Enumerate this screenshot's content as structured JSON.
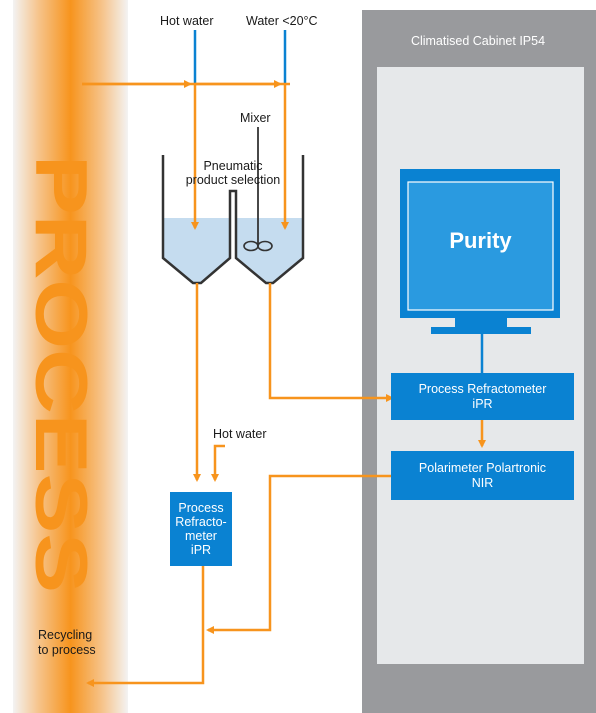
{
  "labels": {
    "hot_water_top": "Hot water",
    "water_cold": "Water <20°C",
    "cabinet": "Climatised  Cabinet IP54",
    "mixer": "Mixer",
    "pneumatic_line1": "Pneumatic",
    "pneumatic_line2": "product selection",
    "purity": "Purity",
    "process": "PROCESS",
    "refractometer_cabinet_line1": "Process Refractometer",
    "refractometer_cabinet_line2": "iPR",
    "polarimeter_line1": "Polarimeter Polartronic",
    "polarimeter_line2": "NIR",
    "hot_water_mid": "Hot water",
    "refractometer_small_line1": "Process",
    "refractometer_small_line2": "Refracto-",
    "refractometer_small_line3": "meter",
    "refractometer_small_line4": "iPR",
    "recycling_line1": "Recycling",
    "recycling_line2": "to process"
  },
  "colors": {
    "orange": "#f7941d",
    "blue": "#0a82d2",
    "cabinet_grey": "#999a9d",
    "cabinet_inner": "#e6e8ea",
    "tank_liquid": "#c5dcef"
  }
}
